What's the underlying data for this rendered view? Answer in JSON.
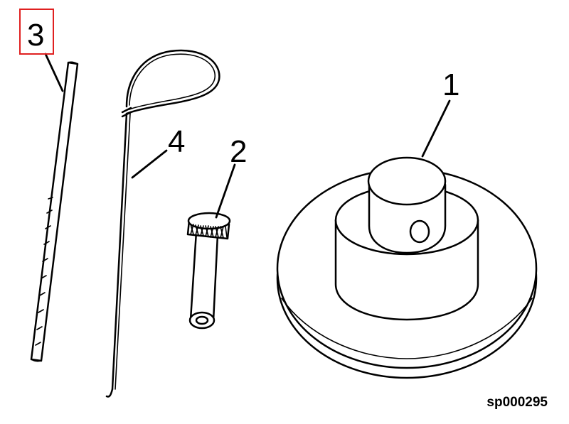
{
  "callouts": {
    "c1": "1",
    "c2": "2",
    "c3": "3",
    "c4": "4"
  },
  "figure_code": "sp000295",
  "colors": {
    "ink": "#000000",
    "highlight_box": "#e02020",
    "background": "#ffffff"
  }
}
